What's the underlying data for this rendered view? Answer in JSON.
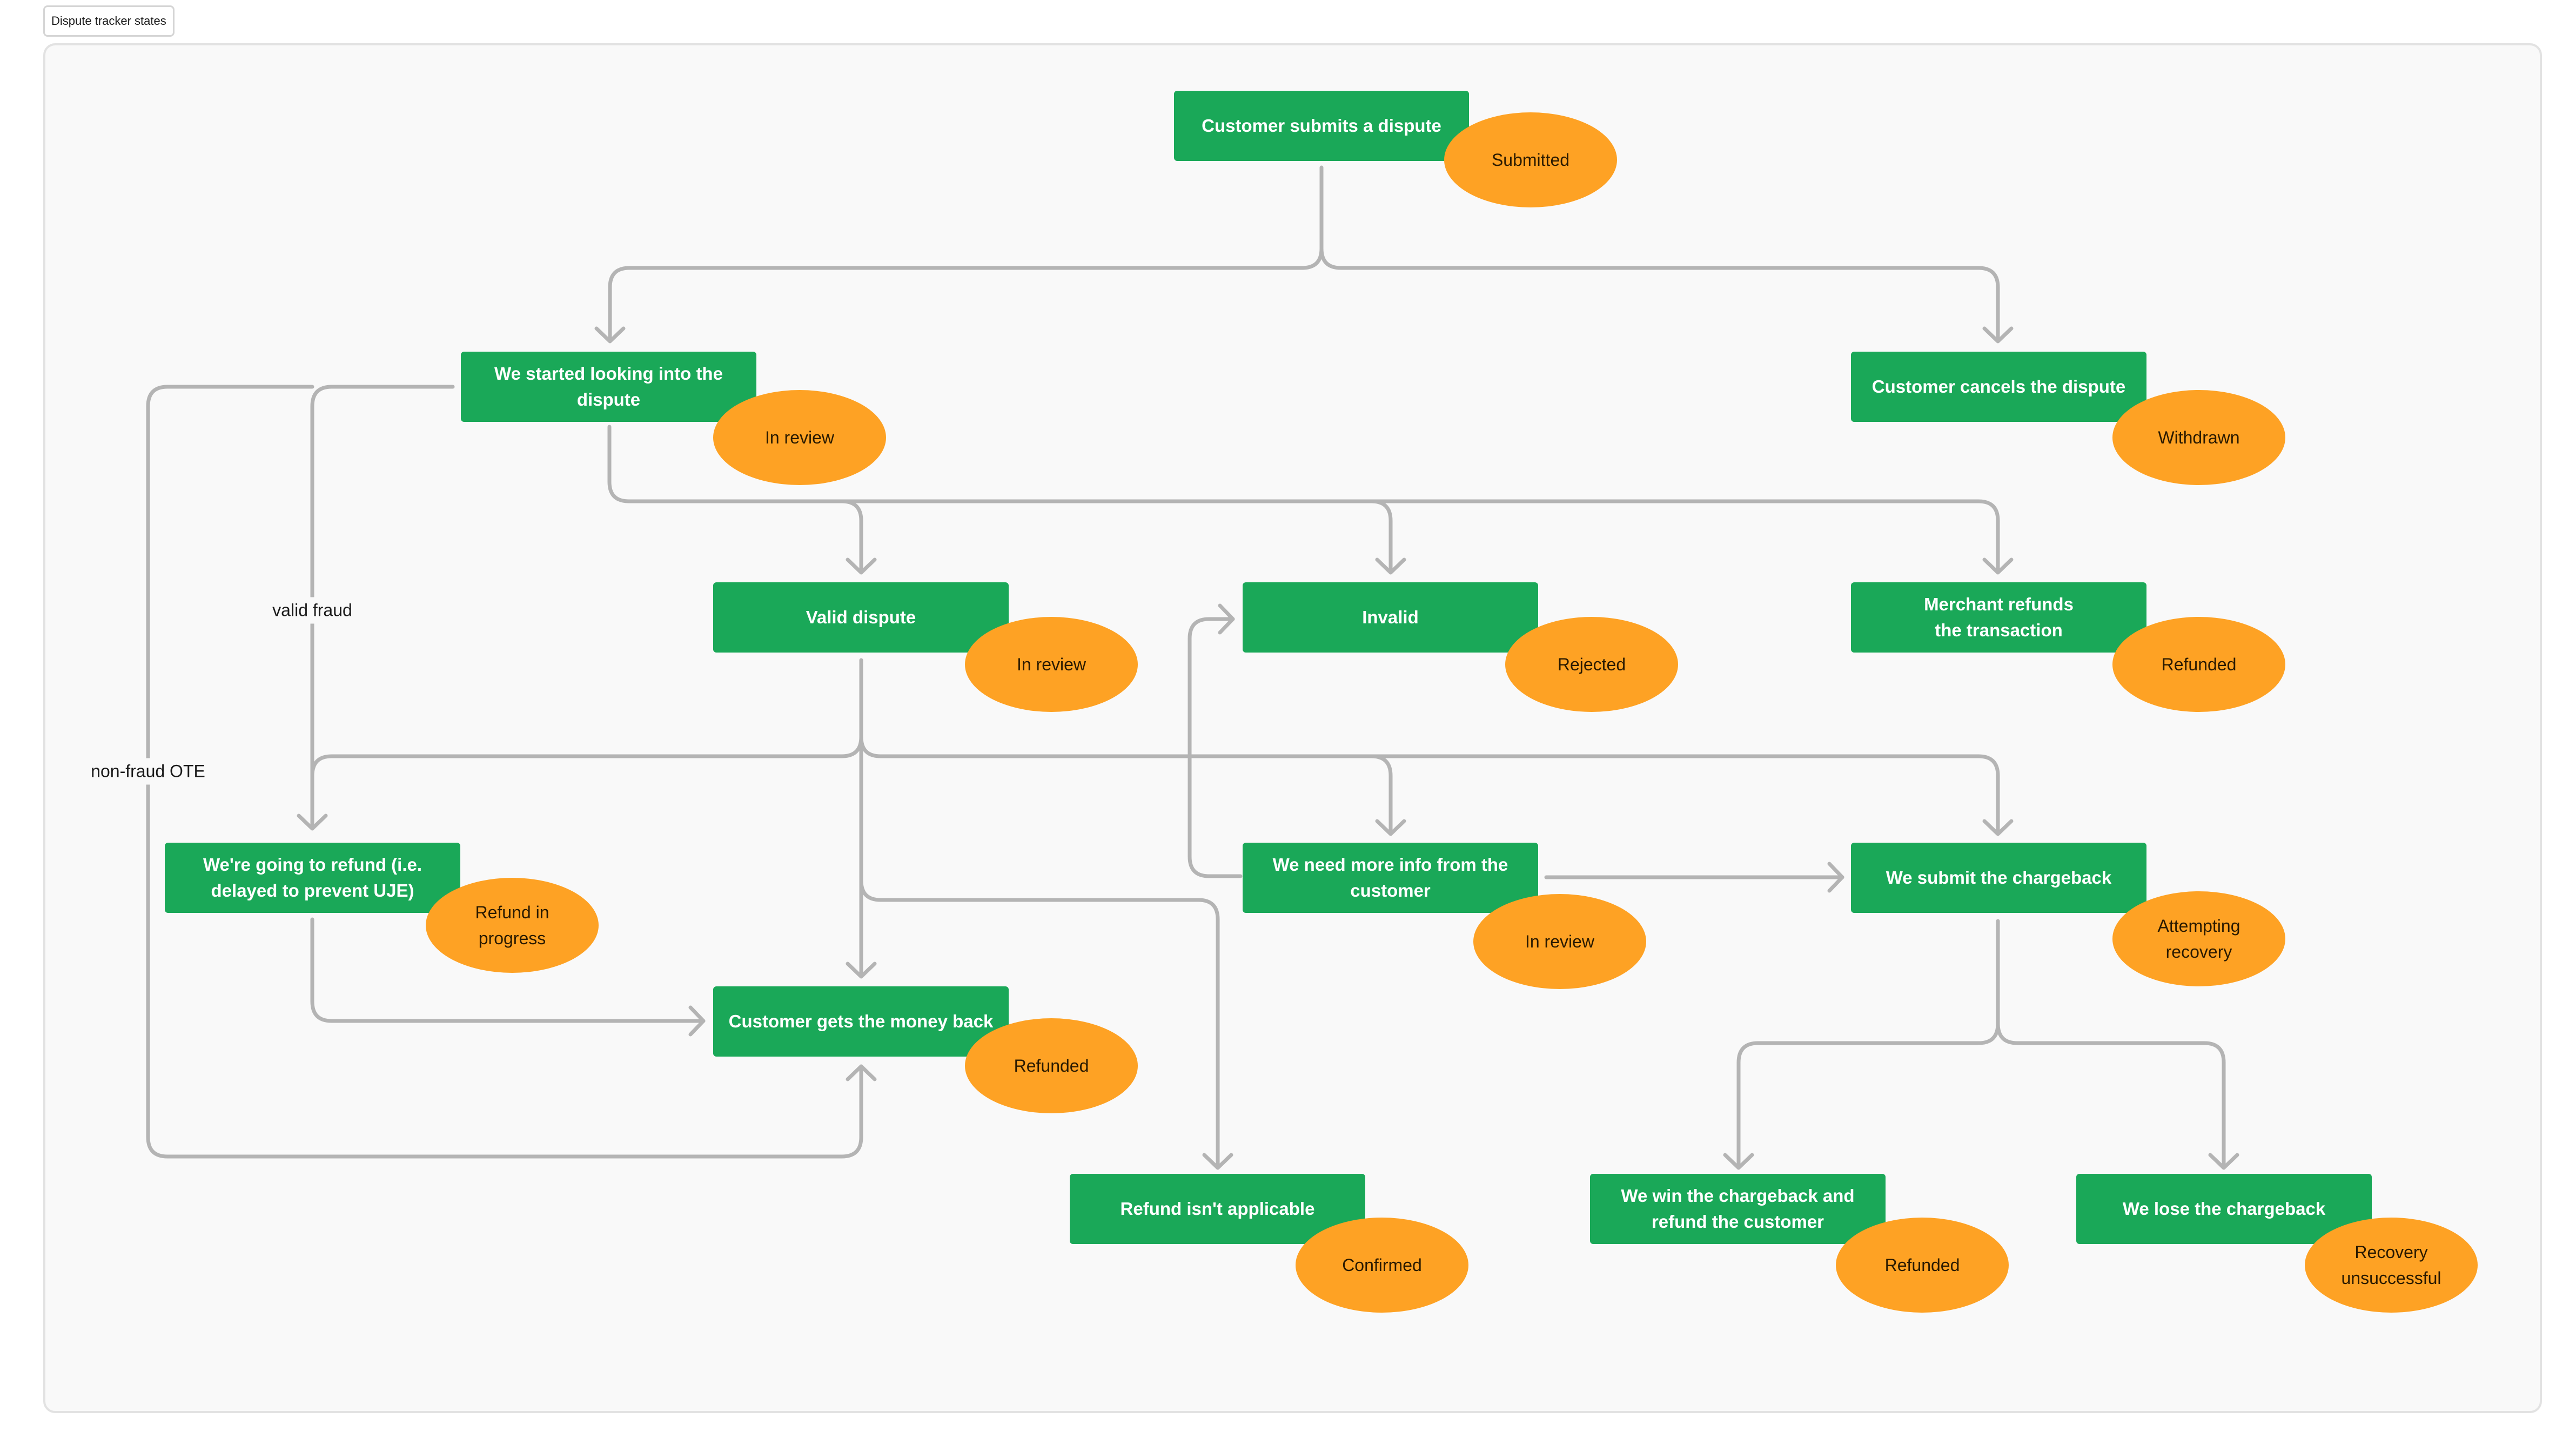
{
  "title": "Dispute tracker states",
  "nodes": {
    "submit": "Customer submits a dispute",
    "looking": "We started looking into the dispute",
    "cancel": "Customer cancels the dispute",
    "valid": "Valid dispute",
    "invalid": "Invalid",
    "merchant_refund": "Merchant refunds\nthe transaction",
    "refund_going": "We're going to refund (i.e. delayed to prevent UJE)",
    "more_info": "We need more info from the customer",
    "chargeback": "We submit the chargeback",
    "money_back": "Customer gets the money back",
    "not_applicable": "Refund isn't applicable",
    "win": "We win the chargeback and refund the customer",
    "lose": "We lose the chargeback"
  },
  "states": {
    "submitted": "Submitted",
    "in_review_1": "In review",
    "withdrawn": "Withdrawn",
    "in_review_2": "In review",
    "rejected": "Rejected",
    "refunded_1": "Refunded",
    "refund_in_progress": "Refund in\nprogress",
    "in_review_3": "In review",
    "attempting_recovery": "Attempting\nrecovery",
    "refunded_2": "Refunded",
    "confirmed": "Confirmed",
    "refunded_3": "Refunded",
    "recovery_unsuccessful": "Recovery\nunsuccessful"
  },
  "edge_labels": {
    "valid_fraud": "valid fraud",
    "non_fraud_ote": "non-fraud OTE"
  },
  "colors": {
    "action_box": "#1aa858",
    "state_bubble": "#fea224",
    "connector": "#b4b4b4",
    "canvas": "#f9f9f9"
  }
}
